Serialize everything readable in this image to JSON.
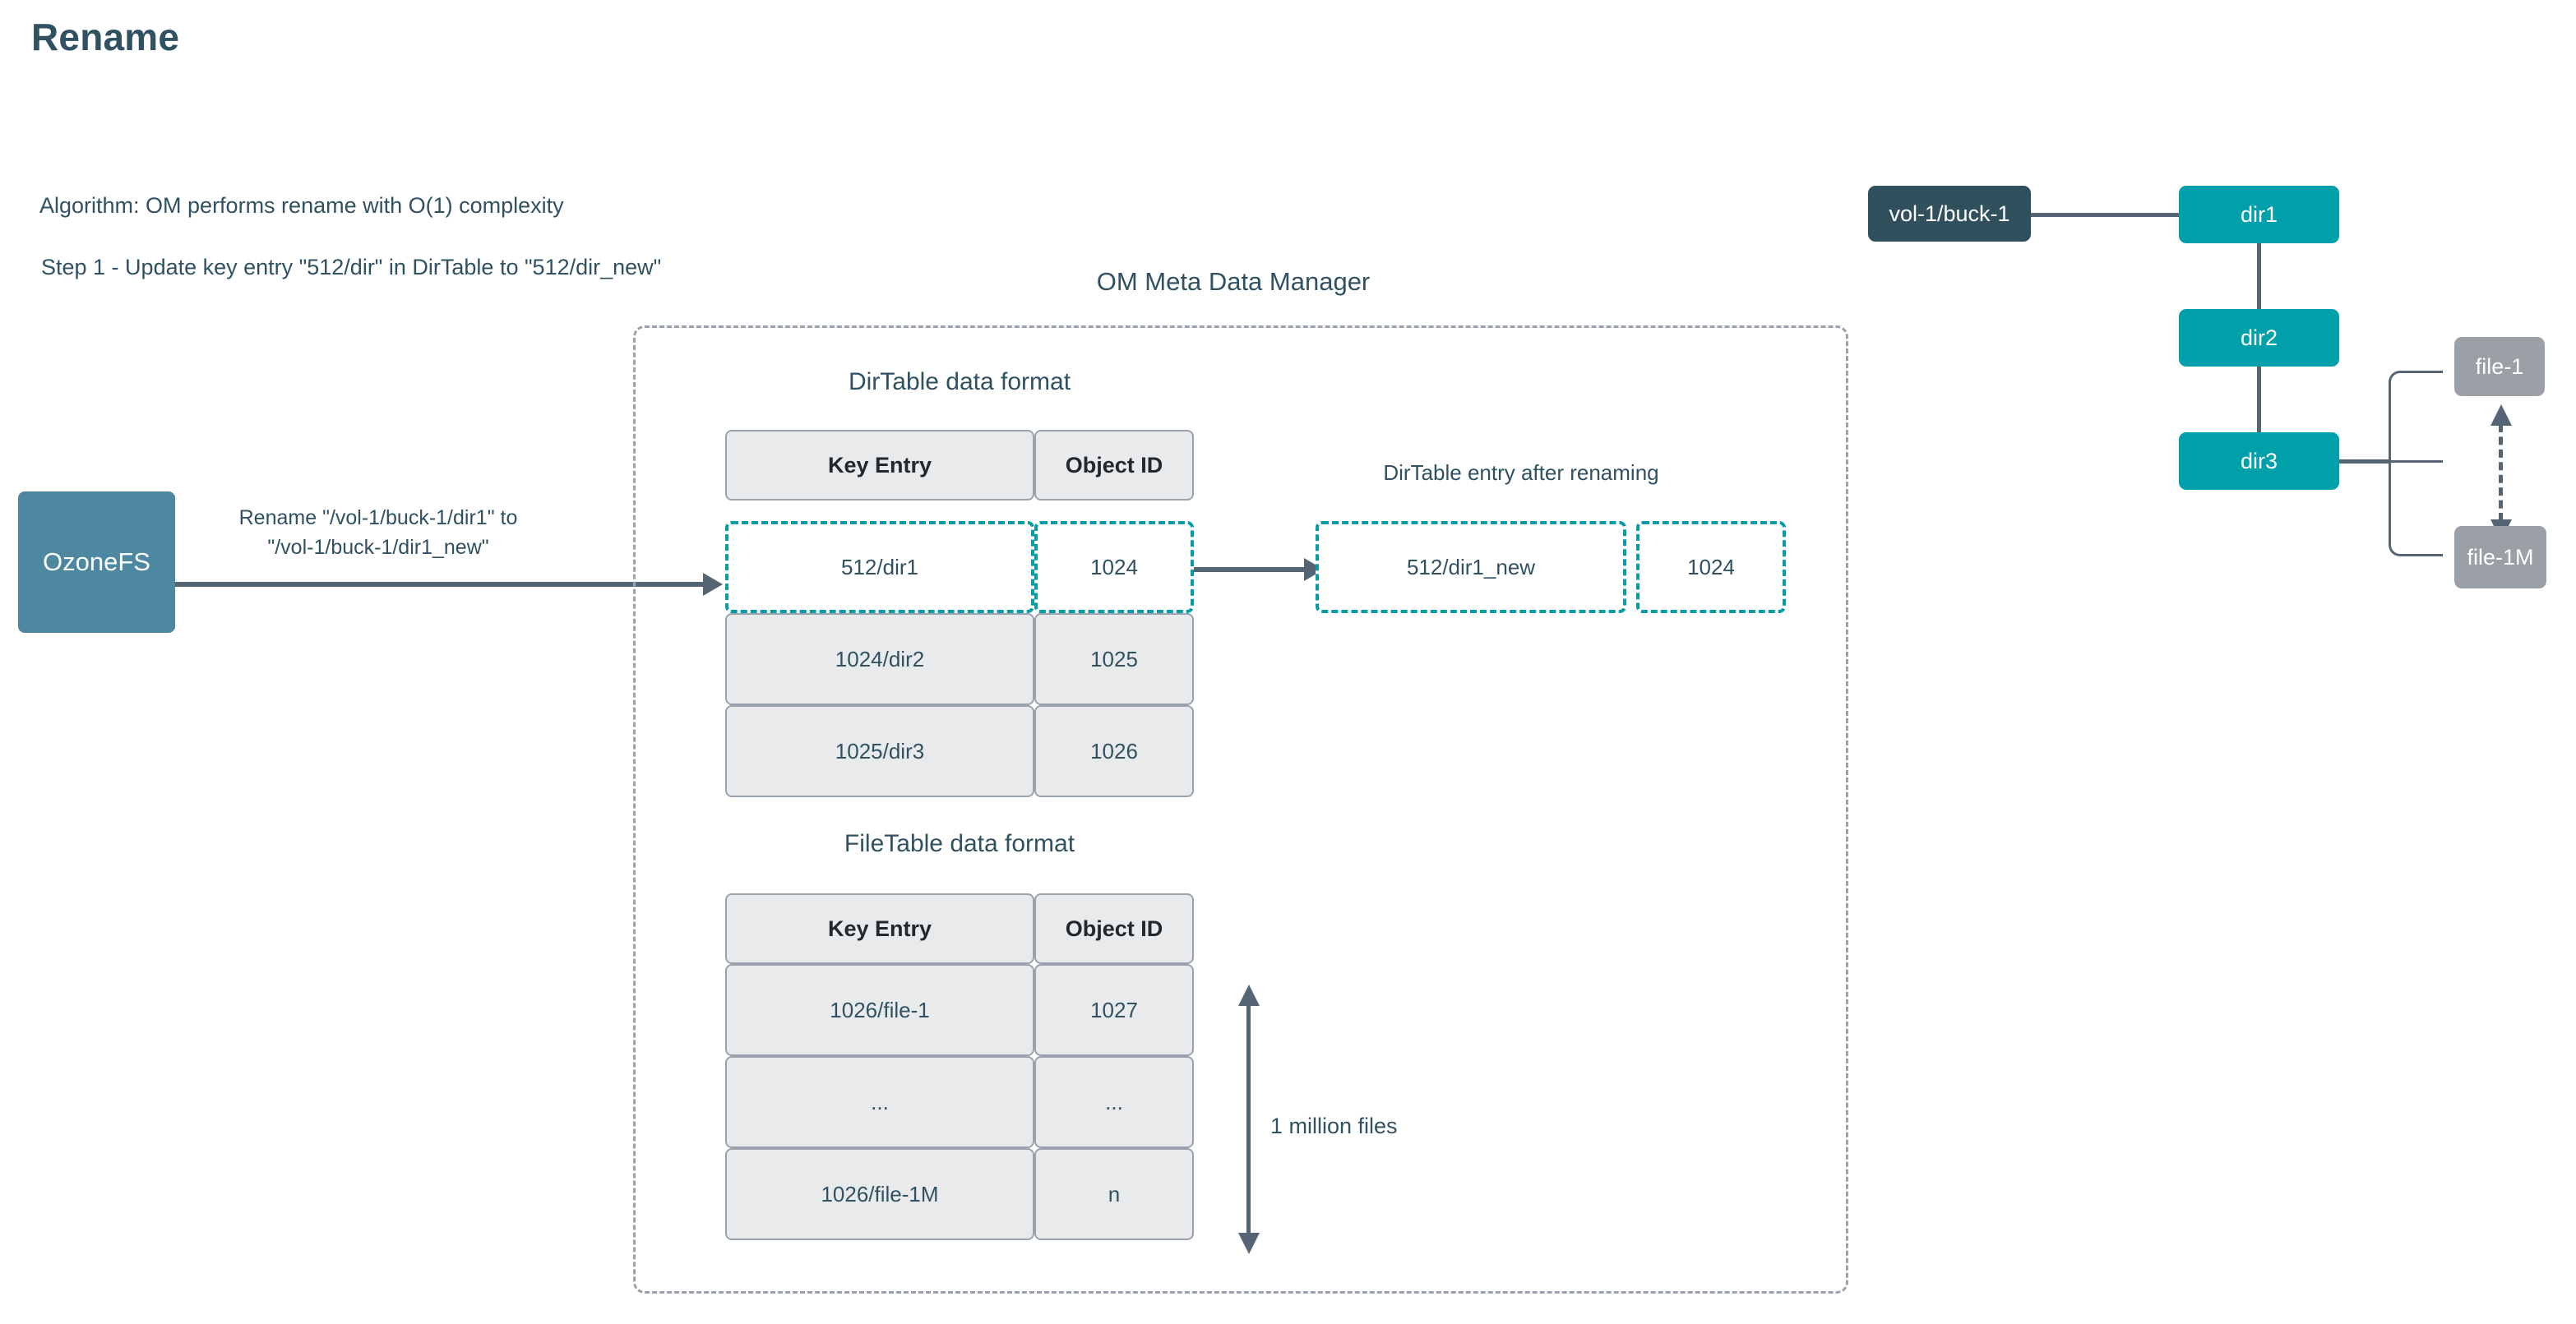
{
  "page": {
    "title": "Rename",
    "algorithm_line": "Algorithm: OM performs rename with O(1) complexity",
    "step_line": "Step 1 - Update key entry \"512/dir\" in DirTable to \"512/dir_new\""
  },
  "client": {
    "box_label": "OzoneFS",
    "request_line_1": "Rename  \"/vol-1/buck-1/dir1\" to",
    "request_line_2": "\"/vol-1/buck-1/dir1_new\""
  },
  "om": {
    "container_title": "OM Meta Data Manager",
    "dirtable_title": "DirTable data format",
    "filetable_title": "FileTable data format",
    "after_rename_title": "DirTable entry after renaming",
    "dirtable": {
      "columns": [
        "Key Entry",
        "Object ID"
      ],
      "rows": [
        {
          "key": "512/dir1",
          "oid": "1024",
          "highlighted": true
        },
        {
          "key": "1024/dir2",
          "oid": "1025",
          "highlighted": false
        },
        {
          "key": "1025/dir3",
          "oid": "1026",
          "highlighted": false
        }
      ]
    },
    "after_rename_entry": {
      "key": "512/dir1_new",
      "oid": "1024"
    },
    "filetable": {
      "columns": [
        "Key Entry",
        "Object ID"
      ],
      "rows": [
        {
          "key": "1026/file-1",
          "oid": "1027"
        },
        {
          "key": "...",
          "oid": "..."
        },
        {
          "key": "1026/file-1M",
          "oid": "n"
        }
      ]
    },
    "scale_annotation": "1 million files"
  },
  "tree": {
    "nodes": [
      {
        "label": "vol-1/buck-1",
        "kind": "bucket"
      },
      {
        "label": "dir1",
        "kind": "dir"
      },
      {
        "label": "dir2",
        "kind": "dir"
      },
      {
        "label": "dir3",
        "kind": "dir"
      },
      {
        "label": "file-1",
        "kind": "file"
      },
      {
        "label": "file-1M",
        "kind": "file"
      }
    ]
  },
  "colors": {
    "title_text": "#2f5161",
    "client_box": "#4d87a0",
    "bucket_node": "#31505e",
    "dir_node": "#00a0ab",
    "file_node": "#9ba0a7",
    "highlight_dashed": "#099ca6",
    "cell_fill": "#e9eaec",
    "cell_border": "#9aa2ad",
    "connector": "#566574"
  }
}
